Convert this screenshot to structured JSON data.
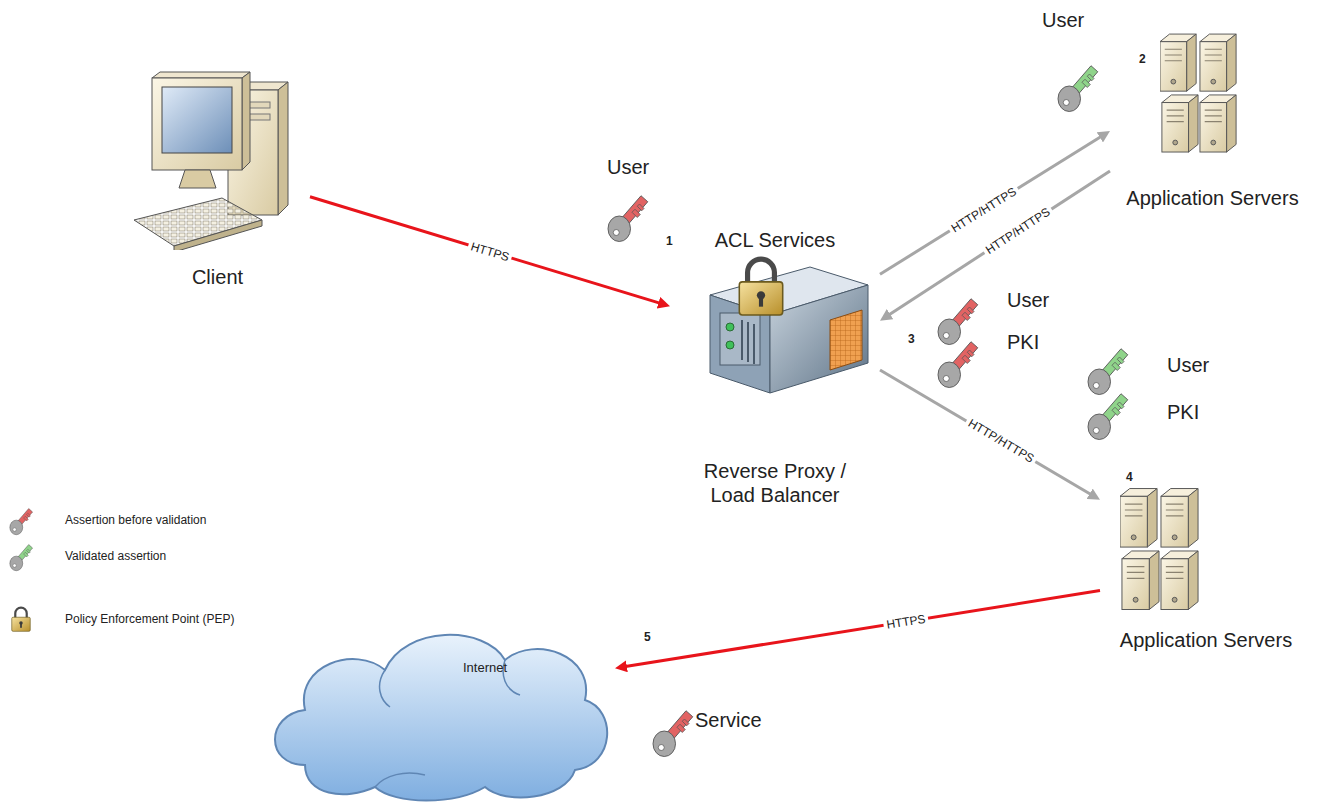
{
  "diagram": {
    "nodes": [
      {
        "text": [
          "Client"
        ]
      },
      {
        "text": [
          "ACL Services",
          "Reverse Proxy / Load Balancer"
        ]
      },
      {
        "text": [
          "Application Servers"
        ]
      },
      {
        "text": [
          "Application Servers"
        ]
      },
      {
        "text": [
          "Internet"
        ]
      }
    ],
    "edges": [
      {
        "from": 0,
        "to": 1,
        "label": "HTTPS",
        "arrow": "to"
      },
      {
        "from": 1,
        "to": 2,
        "label": "HTTP/HTTPS",
        "arrow": "to"
      },
      {
        "from": 2,
        "to": 1,
        "label": "HTTP/HTTPS",
        "arrow": "to"
      },
      {
        "from": 1,
        "to": 3,
        "label": "HTTP/HTTPS",
        "arrow": "to"
      },
      {
        "from": 3,
        "to": 4,
        "label": "HTTPS",
        "arrow": "to"
      }
    ],
    "labels": [
      "User",
      "1",
      "User",
      "2",
      "3",
      "User",
      "PKI",
      "User",
      "PKI",
      "4",
      "5",
      "Service"
    ],
    "legend": [
      {
        "text": "Assertion before validation"
      },
      {
        "text": "Validated assertion"
      },
      {
        "text": "Policy Enforcement Point (PEP)"
      }
    ]
  }
}
